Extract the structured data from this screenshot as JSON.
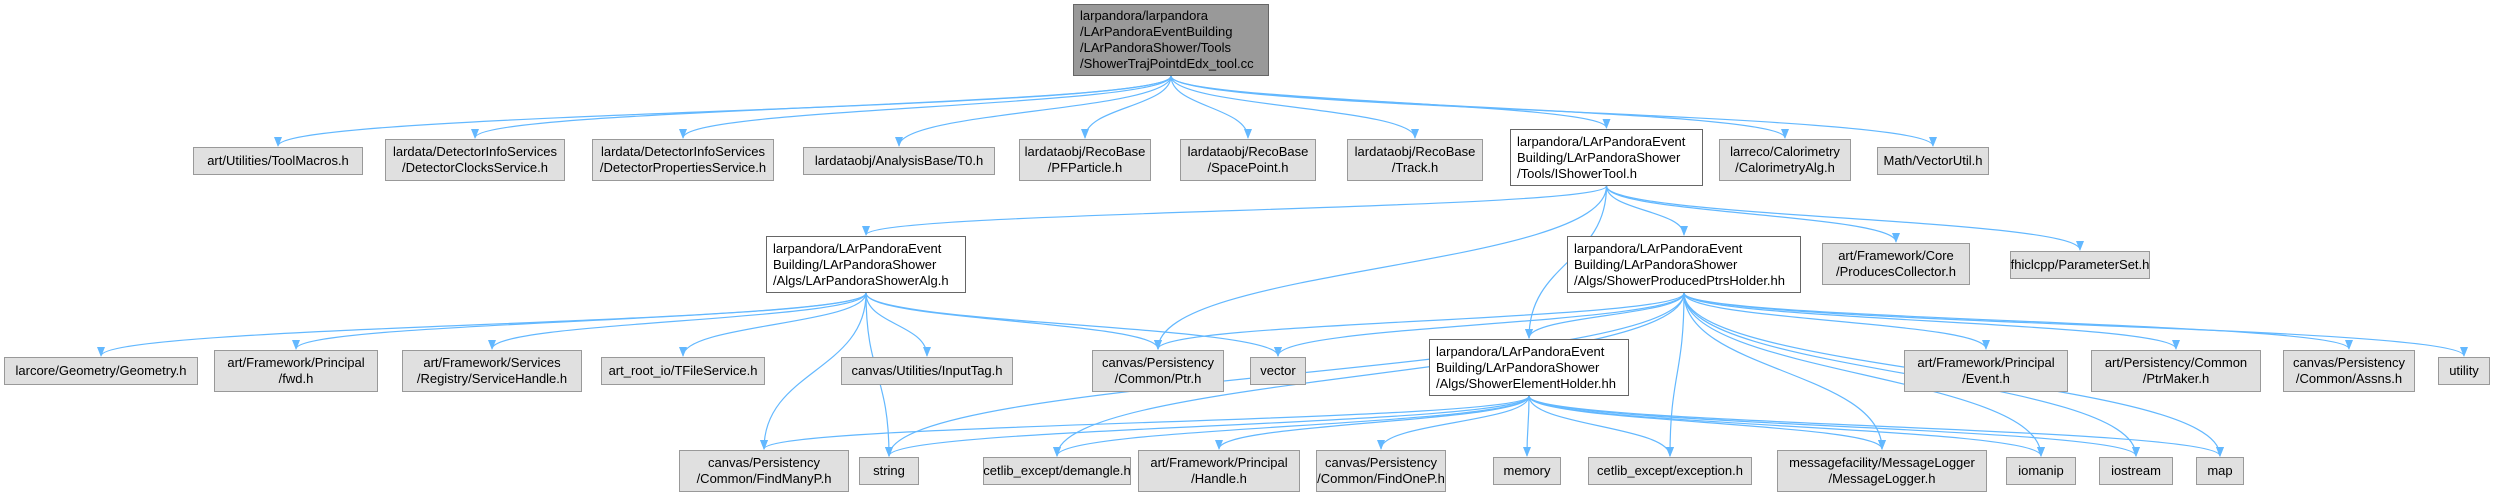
{
  "colors": {
    "edge": "#63b8ff",
    "node_fill": "#e0e0e0",
    "root_fill": "#999999",
    "node_border": "#999999"
  },
  "nodes": {
    "root": [
      "larpandora/larpandora",
      "/LArPandoraEventBuilding",
      "/LArPandoraShower/Tools",
      "/ShowerTrajPointdEdx_tool.cc"
    ],
    "toolmacros": [
      "art/Utilities/ToolMacros.h"
    ],
    "detclocks": [
      "lardata/DetectorInfoServices",
      "/DetectorClocksService.h"
    ],
    "detprops": [
      "lardata/DetectorInfoServices",
      "/DetectorPropertiesService.h"
    ],
    "t0": [
      "lardataobj/AnalysisBase/T0.h"
    ],
    "pfparticle": [
      "lardataobj/RecoBase",
      "/PFParticle.h"
    ],
    "spacepoint": [
      "lardataobj/RecoBase",
      "/SpacePoint.h"
    ],
    "track": [
      "lardataobj/RecoBase",
      "/Track.h"
    ],
    "ishowertool": [
      "larpandora/LArPandoraEvent",
      "Building/LArPandoraShower",
      "/Tools/IShowerTool.h"
    ],
    "calorimetry": [
      "larreco/Calorimetry",
      "/CalorimetryAlg.h"
    ],
    "vectorutil": [
      "Math/VectorUtil.h"
    ],
    "showeralg": [
      "larpandora/LArPandoraEvent",
      "Building/LArPandoraShower",
      "/Algs/LArPandoraShowerAlg.h"
    ],
    "ptrsholder": [
      "larpandora/LArPandoraEvent",
      "Building/LArPandoraShower",
      "/Algs/ShowerProducedPtrsHolder.hh"
    ],
    "producescollector": [
      "art/Framework/Core",
      "/ProducesCollector.h"
    ],
    "parameterset": [
      "fhiclcpp/ParameterSet.h"
    ],
    "geometry": [
      "larcore/Geometry/Geometry.h"
    ],
    "fwd": [
      "art/Framework/Principal",
      "/fwd.h"
    ],
    "servicehandle": [
      "art/Framework/Services",
      "/Registry/ServiceHandle.h"
    ],
    "tfileservice": [
      "art_root_io/TFileService.h"
    ],
    "inputtag": [
      "canvas/Utilities/InputTag.h"
    ],
    "ptr": [
      "canvas/Persistency",
      "/Common/Ptr.h"
    ],
    "vector": [
      "vector"
    ],
    "elementholder": [
      "larpandora/LArPandoraEvent",
      "Building/LArPandoraShower",
      "/Algs/ShowerElementHolder.hh"
    ],
    "event": [
      "art/Framework/Principal",
      "/Event.h"
    ],
    "ptrmaker": [
      "art/Persistency/Common",
      "/PtrMaker.h"
    ],
    "assns": [
      "canvas/Persistency",
      "/Common/Assns.h"
    ],
    "utility": [
      "utility"
    ],
    "findmanyp": [
      "canvas/Persistency",
      "/Common/FindManyP.h"
    ],
    "string": [
      "string"
    ],
    "demangle": [
      "cetlib_except/demangle.h"
    ],
    "handle": [
      "art/Framework/Principal",
      "/Handle.h"
    ],
    "findonep": [
      "canvas/Persistency",
      "/Common/FindOneP.h"
    ],
    "memory": [
      "memory"
    ],
    "exception": [
      "cetlib_except/exception.h"
    ],
    "messagelogger": [
      "messagefacility/MessageLogger",
      "/MessageLogger.h"
    ],
    "iomanip": [
      "iomanip"
    ],
    "iostream": [
      "iostream"
    ],
    "map": [
      "map"
    ]
  }
}
